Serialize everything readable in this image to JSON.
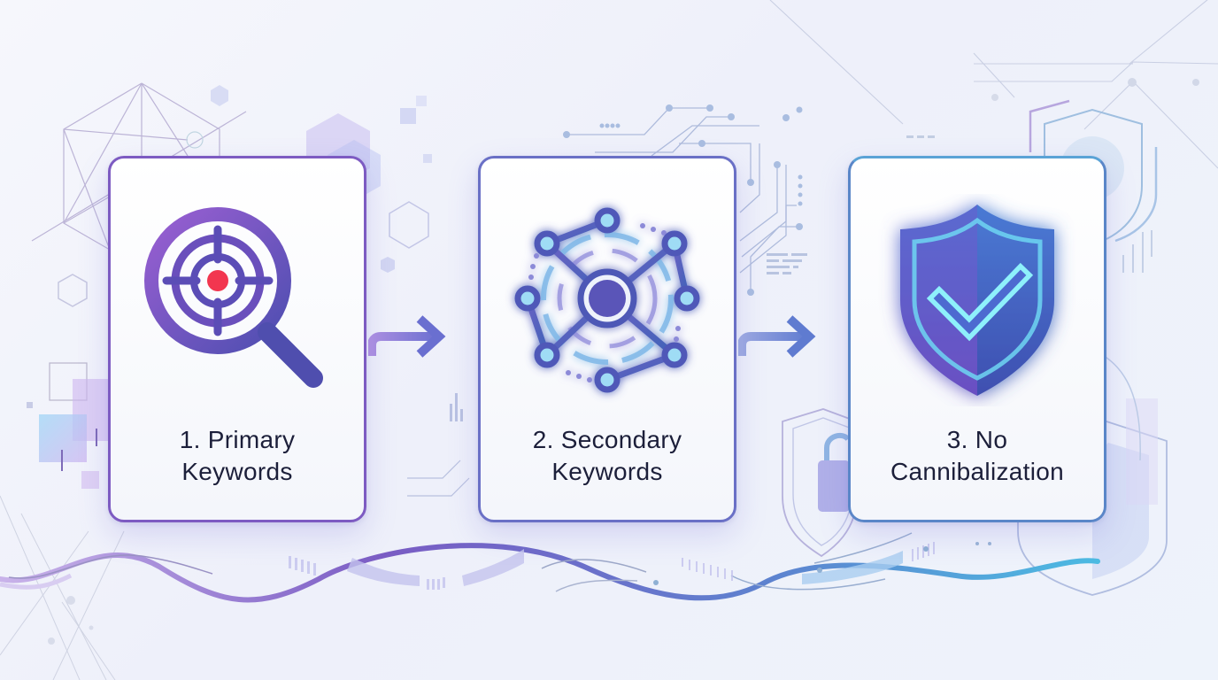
{
  "diagram": {
    "type": "process-flow",
    "steps": [
      {
        "number": "1.",
        "line1": "1. Primary",
        "line2": "Keywords",
        "icon": "target-magnifier-icon",
        "accent": "#7d5bc2"
      },
      {
        "number": "2.",
        "line1": "2. Secondary",
        "line2": "Keywords",
        "icon": "network-hub-icon",
        "accent": "#6a70c6"
      },
      {
        "number": "3.",
        "line1": "3. No",
        "line2": "Cannibalization",
        "icon": "shield-check-icon",
        "accent": "#5a86c8"
      }
    ],
    "connectors": [
      {
        "from": 1,
        "to": 2,
        "icon": "arrow-right-icon"
      },
      {
        "from": 2,
        "to": 3,
        "icon": "arrow-right-icon"
      }
    ],
    "colors": {
      "purple": "#7d5bc2",
      "indigo": "#5b5fc0",
      "blue": "#4f7fd0",
      "cyan": "#5ecbe6",
      "target_red": "#f2364f",
      "text": "#1c1f3a",
      "background": "#f3f5fb"
    }
  }
}
